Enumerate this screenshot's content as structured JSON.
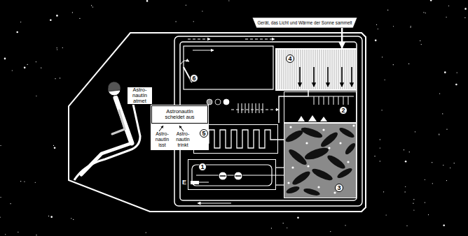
{
  "diagram": {
    "nodes": [
      {
        "text": [
          "Gerät, das Licht und Wärme der Sonne sammelt"
        ]
      },
      {
        "text": [
          "Astro- nautIn atmet"
        ]
      },
      {
        "text": [
          "AstronautIn scheidet aus"
        ]
      },
      {
        "text": [
          "4"
        ]
      },
      {
        "text": [
          "2"
        ]
      },
      {
        "text": [
          "3"
        ]
      },
      {
        "text": [
          "5"
        ]
      },
      {
        "text": [
          "1"
        ]
      }
    ],
    "edges": [
      {
        "from": 0,
        "to": 3,
        "arrow": "to"
      }
    ],
    "labels": [
      "6",
      "Astro- nautIn isst",
      "Astro- nautIn trinkt",
      "E"
    ]
  }
}
